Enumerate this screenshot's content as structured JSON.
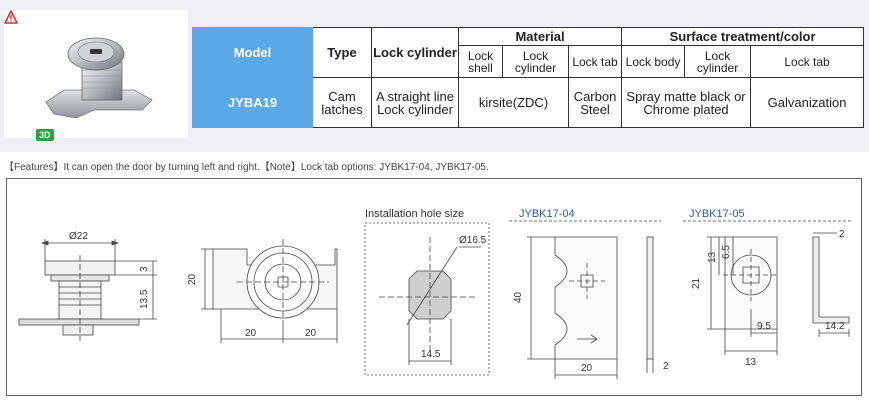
{
  "spec_table": {
    "headers": {
      "model": "Model",
      "type": "Type",
      "lock_cylinder": "Lock cylinder",
      "material": "Material",
      "surface": "Surface treatment/color",
      "material_sub": [
        "Lock shell",
        "Lock cylinder",
        "Lock tab"
      ],
      "surface_sub": [
        "Lock body",
        "Lock cylinder",
        "Lock tab"
      ]
    },
    "row": {
      "model": "JYBA19",
      "type": "Cam latches",
      "lock_cylinder": "A straight line Lock cylinder",
      "material_shell_cylinder": "kirsite(ZDC)",
      "material_tab": "Carbon Steel",
      "surface_body_cylinder": "Spray matte black or Chrome plated",
      "surface_tab": "Galvanization"
    }
  },
  "badge": {
    "label": "3D",
    "warning_icon": "warning-triangle-icon"
  },
  "features_text": "【Features】It can open the door by turning left and right.【Note】Lock tab options: JYBK17-04, JYBK17-05.",
  "drawing": {
    "side_view": {
      "dia": "Ø22",
      "dim_3": "3",
      "dim_13_5": "13.5"
    },
    "front_view": {
      "height": "20",
      "width_left": "20",
      "width_right": "20"
    },
    "install": {
      "title": "Installation hole size",
      "dia": "Ø16.5",
      "width": "14.5"
    },
    "tab04": {
      "title": "JYBK17-04",
      "height": "40",
      "width": "20",
      "thickness": "2"
    },
    "tab05": {
      "title": "JYBK17-05",
      "dim_2": "2",
      "dim_6_5": "6.5",
      "dim_13_v": "13",
      "dim_21": "21",
      "dim_9_5": "9.5",
      "dim_14_2": "14.2",
      "dim_13_h": "13"
    }
  },
  "colors": {
    "header_blue": "#5aa9e6",
    "panel_bg": "#eef0f6",
    "badge_green": "#2e9f3a",
    "warn_red": "#d62828",
    "title_blue": "#2a5db0"
  }
}
